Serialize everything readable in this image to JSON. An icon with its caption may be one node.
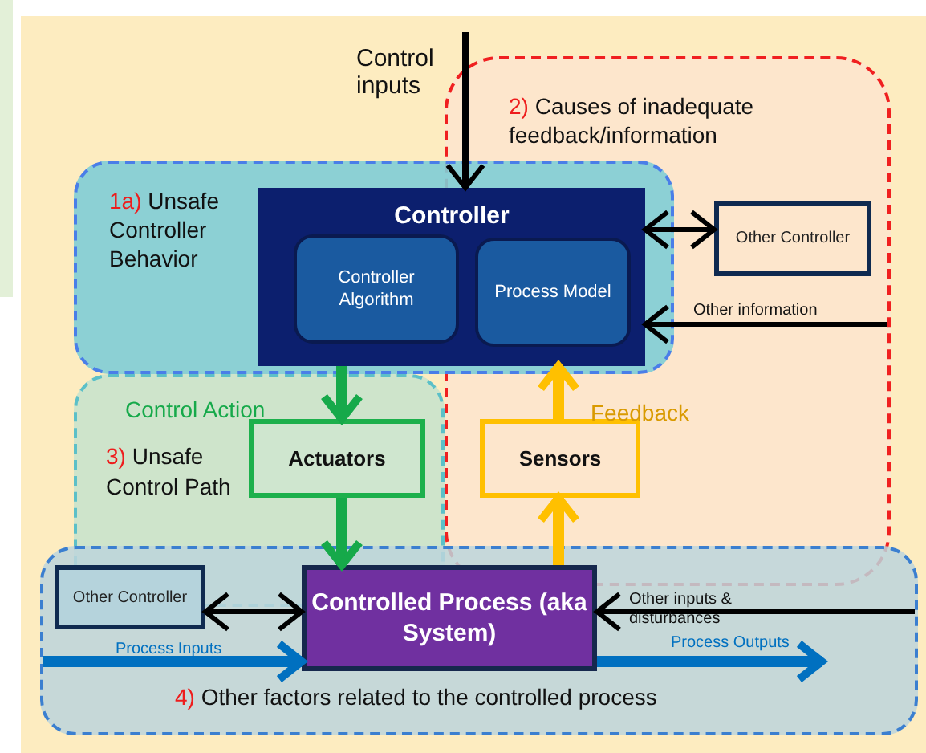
{
  "diagram": {
    "nodes": [
      {
        "text": [
          "1a)",
          "Unsafe Controller Behavior"
        ]
      },
      {
        "text": [
          "2)",
          "Causes of inadequate feedback/information"
        ]
      },
      {
        "text": [
          "Control Action",
          "3)",
          "Unsafe Control Path"
        ]
      },
      {
        "text": [
          "4)",
          "Other factors related to the controlled process"
        ]
      },
      {
        "text": [
          "Controller"
        ],
        "in": 0
      },
      {
        "text": [
          "Controller Algorithm"
        ],
        "in": 4
      },
      {
        "text": [
          "Process Model"
        ]
      },
      {
        "text": [
          "Other Controller"
        ],
        "in": 1
      },
      {
        "text": [
          "Actuators"
        ],
        "in": 2
      },
      {
        "text": [
          "Sensors"
        ],
        "in": 1
      },
      {
        "text": [
          "Controlled Process (aka System)"
        ],
        "in": 3
      },
      {
        "text": [
          "Other Controller"
        ],
        "in": 3
      }
    ],
    "edges": [
      {
        "from": null,
        "to": 4,
        "arrow": "to",
        "label": "Control inputs"
      },
      {
        "from": 4,
        "to": 7,
        "arrow": "both"
      },
      {
        "from": 1,
        "to": 4,
        "arrow": "to",
        "label": "Other information"
      },
      {
        "from": 4,
        "to": 8,
        "arrow": "to",
        "color": "#16a94a"
      },
      {
        "from": 8,
        "to": 10,
        "arrow": "to",
        "color": "#16a94a"
      },
      {
        "from": 10,
        "to": 9,
        "arrow": "to",
        "color": "#ffc000"
      },
      {
        "from": 9,
        "to": 4,
        "arrow": "to",
        "label": "Feedback",
        "color": "#ffc000"
      },
      {
        "from": 11,
        "to": 10,
        "arrow": "both"
      },
      {
        "from": 3,
        "to": 10,
        "arrow": "to",
        "label": "Other inputs & disturbances"
      },
      {
        "from": 3,
        "to": 10,
        "arrow": "to",
        "label": "Process Inputs",
        "color": "#0070c0"
      },
      {
        "from": 10,
        "to": 3,
        "arrow": "to",
        "label": "Process Outputs",
        "color": "#0070c0"
      }
    ]
  }
}
